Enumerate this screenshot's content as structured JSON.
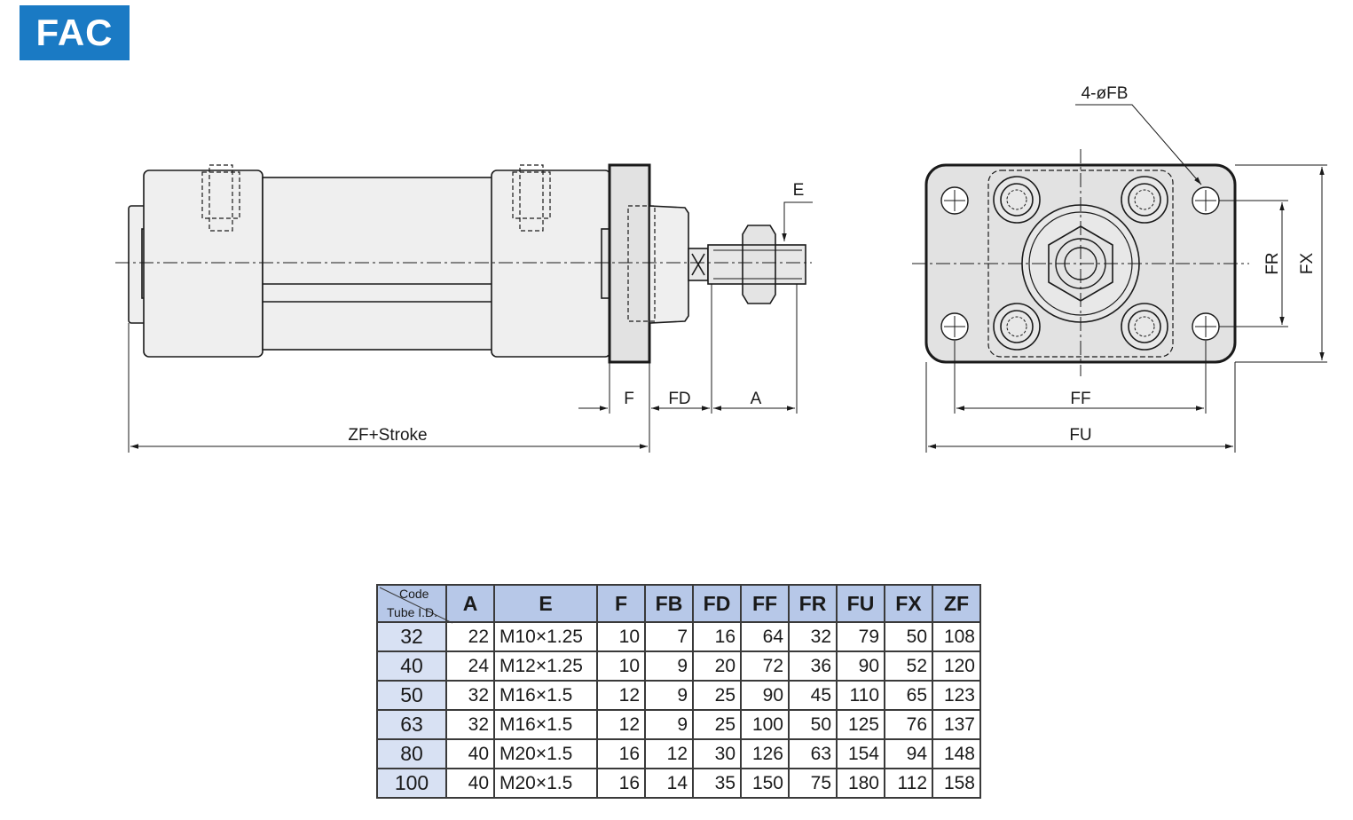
{
  "badge": "FAC",
  "labels": {
    "e": "E",
    "f": "F",
    "fd": "FD",
    "a": "A",
    "zf": "ZF+Stroke",
    "fb": "4-øFB",
    "fr": "FR",
    "fx": "FX",
    "ff": "FF",
    "fu": "FU"
  },
  "table": {
    "corner_top": "Code",
    "corner_bottom": "Tube I.D.",
    "columns": [
      "A",
      "E",
      "F",
      "FB",
      "FD",
      "FF",
      "FR",
      "FU",
      "FX",
      "ZF"
    ],
    "rows": [
      {
        "id": "32",
        "values": [
          "22",
          "M10×1.25",
          "10",
          "7",
          "16",
          "64",
          "32",
          "79",
          "50",
          "108"
        ]
      },
      {
        "id": "40",
        "values": [
          "24",
          "M12×1.25",
          "10",
          "9",
          "20",
          "72",
          "36",
          "90",
          "52",
          "120"
        ]
      },
      {
        "id": "50",
        "values": [
          "32",
          "M16×1.5",
          "12",
          "9",
          "25",
          "90",
          "45",
          "110",
          "65",
          "123"
        ]
      },
      {
        "id": "63",
        "values": [
          "32",
          "M16×1.5",
          "12",
          "9",
          "25",
          "100",
          "50",
          "125",
          "76",
          "137"
        ]
      },
      {
        "id": "80",
        "values": [
          "40",
          "M20×1.5",
          "16",
          "12",
          "30",
          "126",
          "63",
          "154",
          "94",
          "148"
        ]
      },
      {
        "id": "100",
        "values": [
          "40",
          "M20×1.5",
          "16",
          "14",
          "35",
          "150",
          "75",
          "180",
          "112",
          "158"
        ]
      }
    ]
  }
}
